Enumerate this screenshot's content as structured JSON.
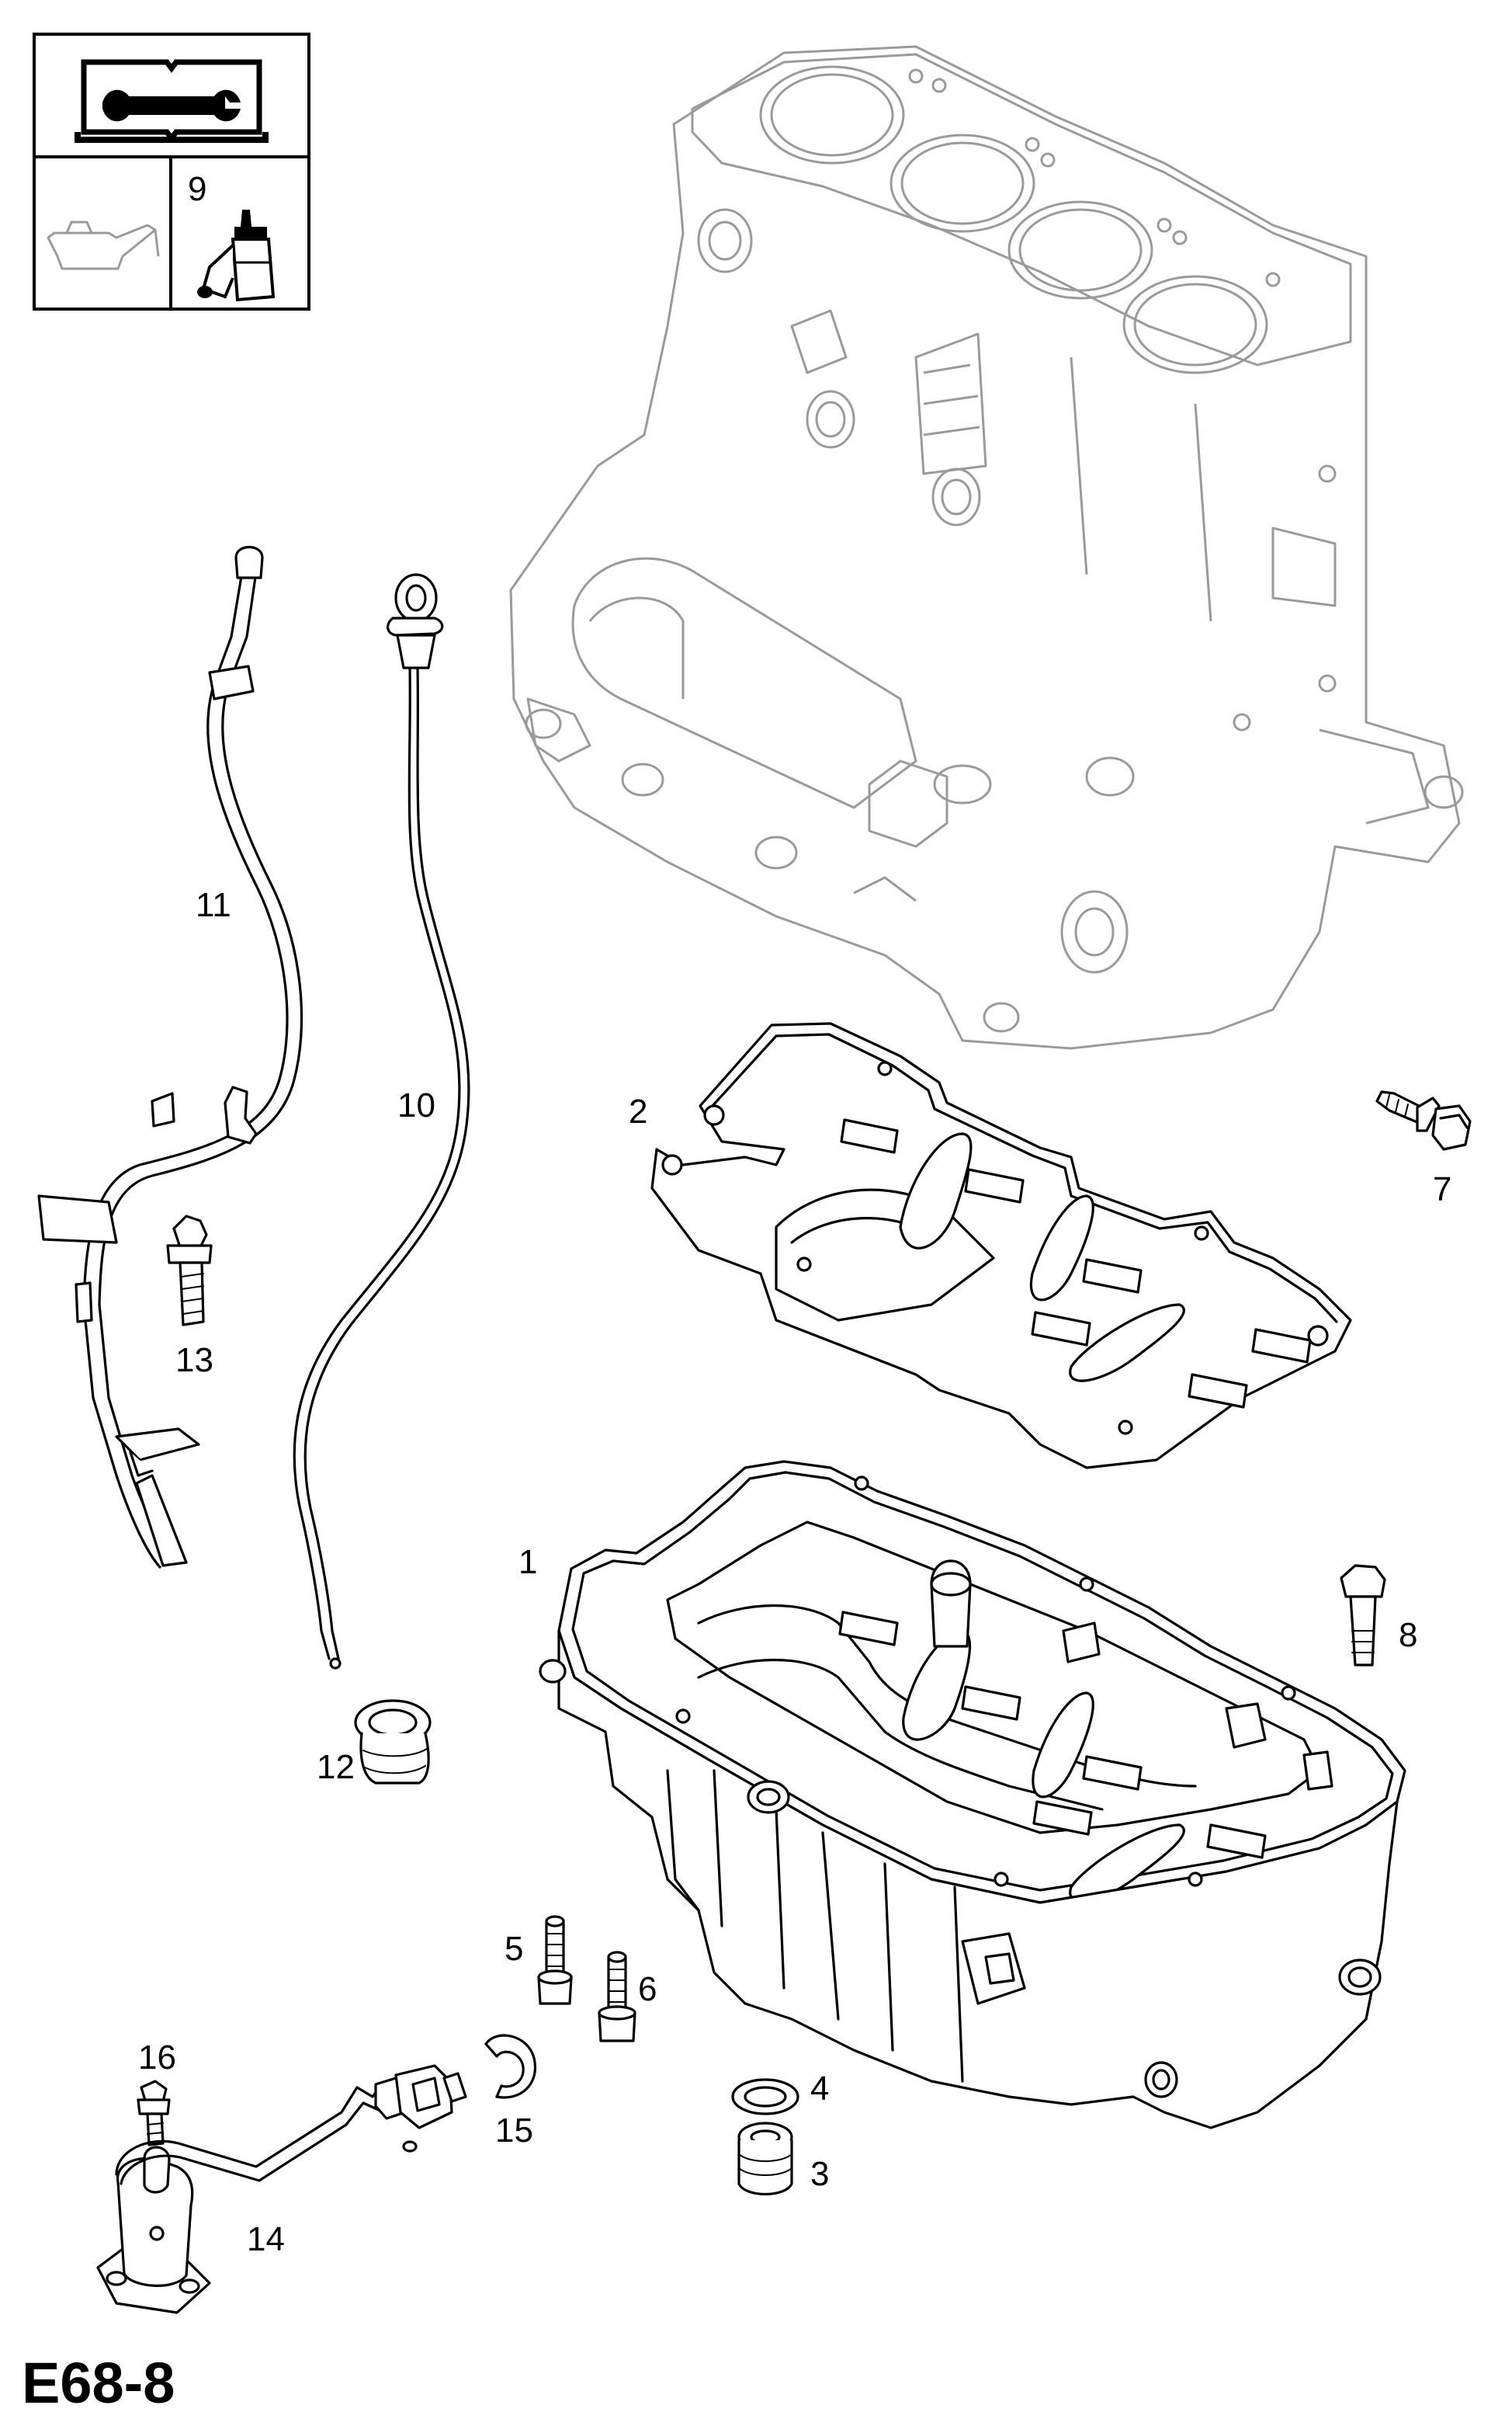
{
  "diagram_code": "E68-8",
  "legend": {
    "book_icon": "service-manual-book-icon",
    "oil_can_icon": "oil-can-icon",
    "sealant_icon": "sealant-tube-icon",
    "sealant_ref": "9"
  },
  "callouts": {
    "p1": "1",
    "p2": "2",
    "p3": "3",
    "p4": "4",
    "p5": "5",
    "p6": "6",
    "p7": "7",
    "p8": "8",
    "p10": "10",
    "p11": "11",
    "p12": "12",
    "p13": "13",
    "p14": "14",
    "p15": "15",
    "p16": "16"
  },
  "colors": {
    "line": "#000000",
    "ghost_line": "#9a9a9a",
    "background": "#ffffff"
  }
}
